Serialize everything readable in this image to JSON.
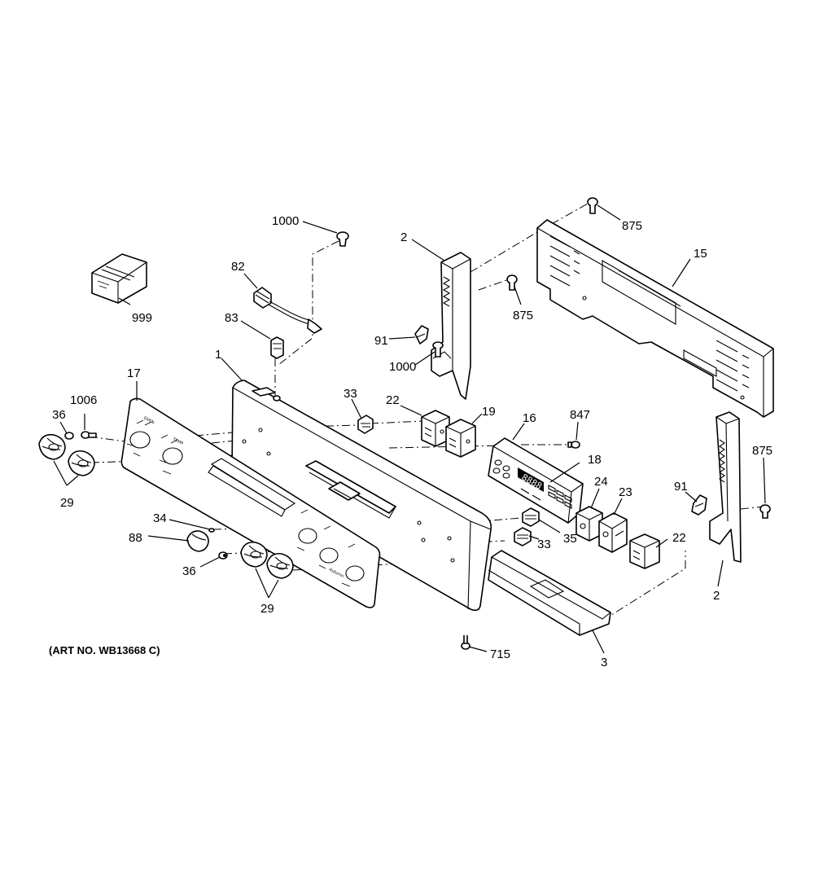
{
  "diagram": {
    "art_number": "(ART NO. WB13668 C)",
    "display_readout": "8888",
    "callouts": {
      "c1000a": "1000",
      "c82": "82",
      "c83": "83",
      "c999": "999",
      "c1": "1",
      "c2a": "2",
      "c91a": "91",
      "c1000b": "1000",
      "c875a": "875",
      "c875b": "875",
      "c15": "15",
      "c17": "17",
      "c36a": "36",
      "c1006": "1006",
      "c29a": "29",
      "c33a": "33",
      "c22a": "22",
      "c19": "19",
      "c16": "16",
      "c847": "847",
      "c18": "18",
      "c24": "24",
      "c23": "23",
      "c875c": "875",
      "c91b": "91",
      "c35": "35",
      "c33b": "33",
      "c22b": "22",
      "c2b": "2",
      "c34": "34",
      "c88": "88",
      "c36b": "36",
      "c29b": "29",
      "c715": "715",
      "c3": "3"
    }
  }
}
